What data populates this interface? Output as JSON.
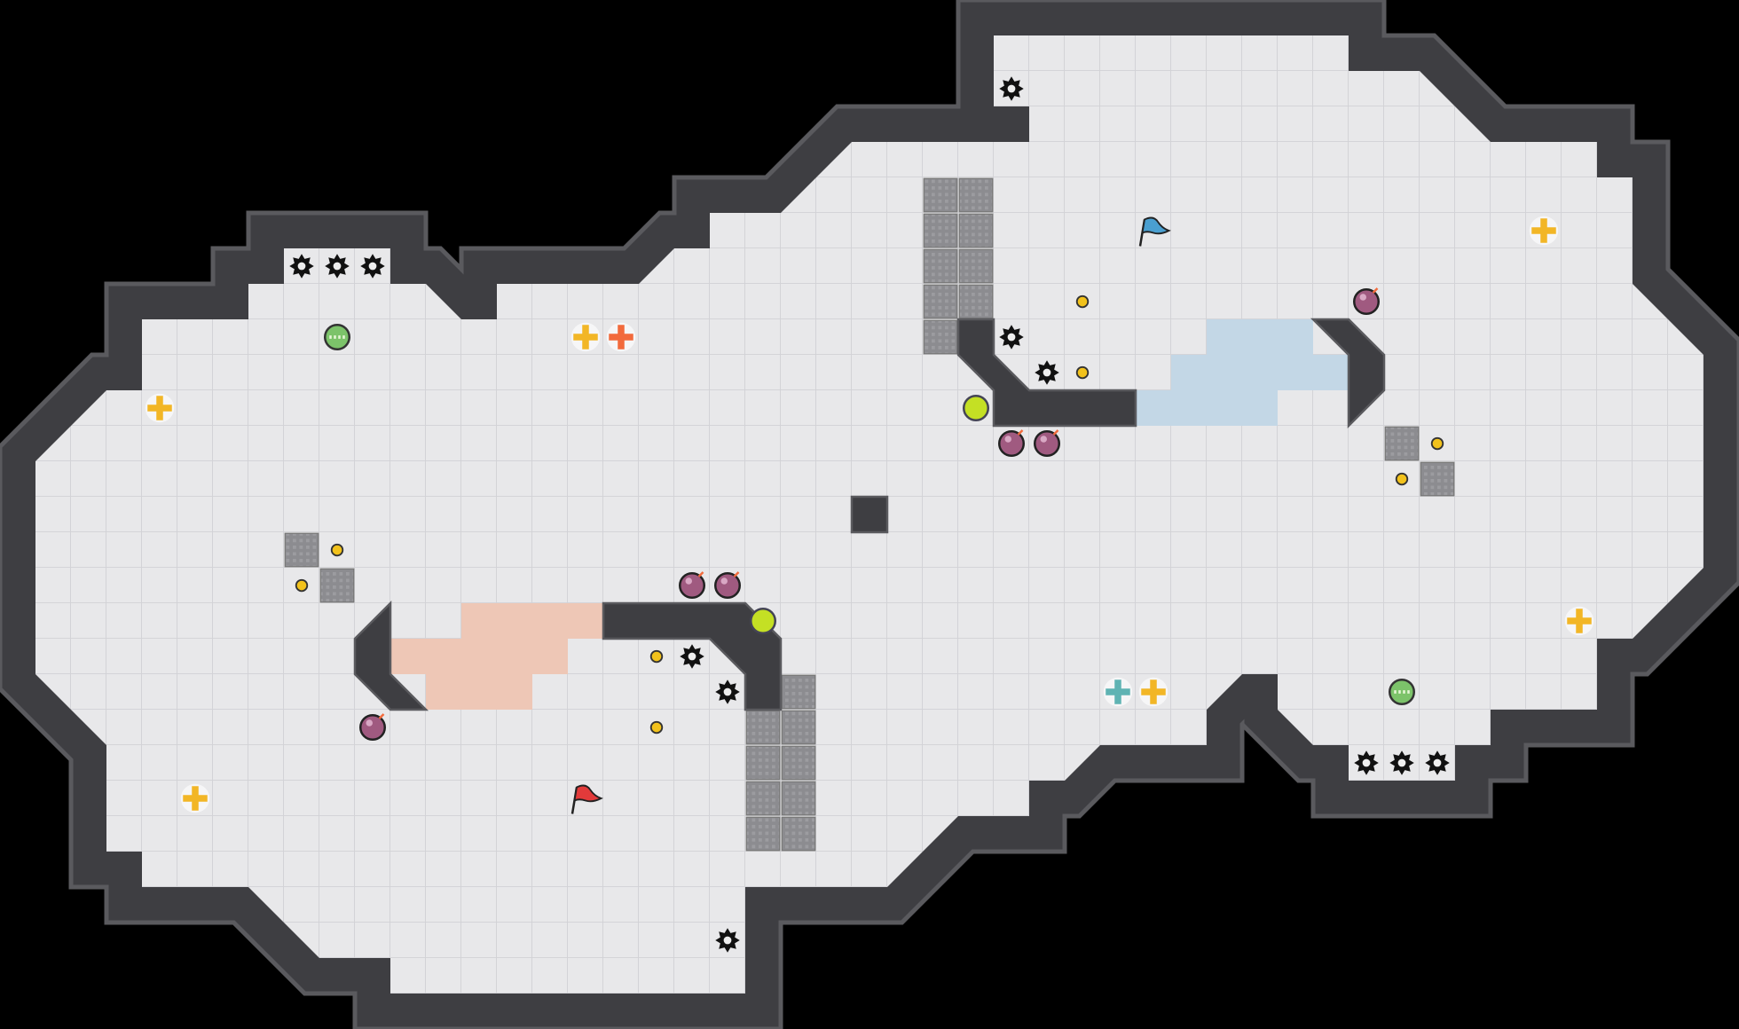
{
  "map": {
    "colors": {
      "background": "#000000",
      "wall": "#3e3e42",
      "wall_edge": "#5a5a5e",
      "floor": "#e8e8ea",
      "grid": "#d2d2d6",
      "gate": "#8c8c90",
      "red_zone": "#eec7b6",
      "blue_zone": "#c3d7e6",
      "boost": "#f2b626",
      "red_boost": "#f26a3c",
      "teal_boost": "#5fb3b3",
      "bomb": "#a05a80",
      "point": "#f2c21c",
      "powerup": "#7cc36a",
      "button": "#c4e024",
      "spike": "#111111",
      "red_flag": "#e23a3a",
      "blue_flag": "#4a9fd0"
    },
    "items": [
      "spike",
      "boost",
      "bomb",
      "portal-dot",
      "powerup",
      "button",
      "red-flag",
      "blue-flag",
      "gate"
    ]
  }
}
